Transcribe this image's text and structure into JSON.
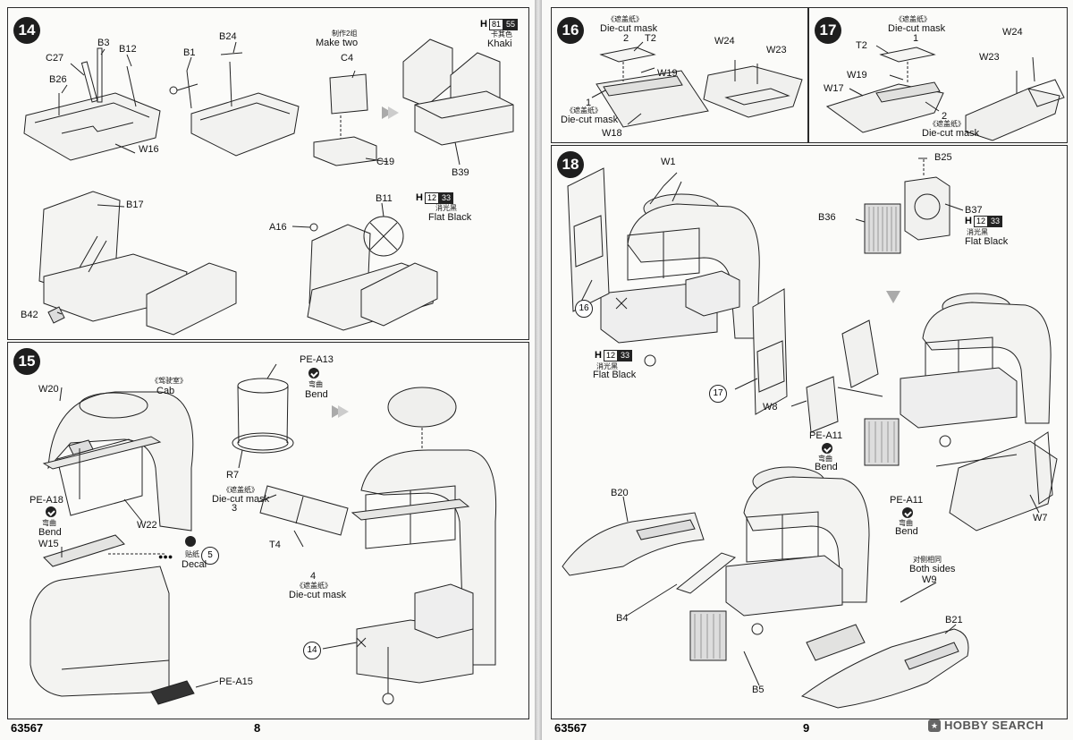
{
  "left_page": {
    "code": "63567",
    "page_number": "8",
    "step14": {
      "number": "14",
      "labels": [
        "C27",
        "B3",
        "B12",
        "B26",
        "W16",
        "B1",
        "B24",
        "B17",
        "B42",
        "A16",
        "B11",
        "C4",
        "C19",
        "B39"
      ],
      "make_two_cn": "制作2组",
      "make_two": "Make two",
      "paint_khaki": {
        "h": "H",
        "num": "81",
        "code": "55",
        "cn": "卡其色",
        "name": "Khaki"
      },
      "paint_black": {
        "h": "H",
        "num": "12",
        "code": "33",
        "cn": "消光黑",
        "name": "Flat Black"
      }
    },
    "step15": {
      "number": "15",
      "cab_cn": "《驾驶室》",
      "cab": "Cab",
      "labels": {
        "w20": "W20",
        "pea18": "PE-A18",
        "w22": "W22",
        "w15": "W15",
        "pea13": "PE-A13",
        "r7": "R7",
        "t4": "T4",
        "pea15": "PE-A15"
      },
      "bend_cn": "弯曲",
      "bend": "Bend",
      "decal_cn": "贴纸",
      "decal": "Decal",
      "decal_ref": "5",
      "mask_cn": "《遮盖纸》",
      "mask": "Die-cut mask",
      "mask_num_a": "3",
      "mask_num_b": "4",
      "ref_step": "14"
    }
  },
  "right_page": {
    "code": "63567",
    "page_number": "9",
    "watermark": "HOBBY SEARCH",
    "step16": {
      "number": "16",
      "mask_cn": "《遮盖纸》",
      "mask": "Die-cut mask",
      "num_top": "2",
      "num_bottom": "1",
      "labels": {
        "t2": "T2",
        "w19": "W19",
        "w18": "W18",
        "w24": "W24",
        "w23": "W23"
      }
    },
    "step17": {
      "number": "17",
      "mask_cn": "《遮盖纸》",
      "mask": "Die-cut mask",
      "num_top": "1",
      "num_bottom": "2",
      "labels": {
        "t2": "T2",
        "w19": "W19",
        "w17": "W17",
        "w24": "W24",
        "w23": "W23"
      }
    },
    "step18": {
      "number": "18",
      "labels": {
        "w1": "W1",
        "b25": "B25",
        "b37": "B37",
        "b36": "B36",
        "w8": "W8",
        "pea11a": "PE-A11",
        "pea11b": "PE-A11",
        "w7": "W7",
        "b20": "B20",
        "b4": "B4",
        "b5": "B5",
        "w9": "W9",
        "b21": "B21"
      },
      "ref_a": "16",
      "ref_b": "17",
      "paint_black": {
        "h": "H",
        "num": "12",
        "code": "33",
        "cn": "消光黑",
        "name": "Flat Black"
      },
      "bend_cn": "弯曲",
      "bend": "Bend",
      "both_sides_cn": "对侧相同",
      "both_sides": "Both sides"
    }
  }
}
